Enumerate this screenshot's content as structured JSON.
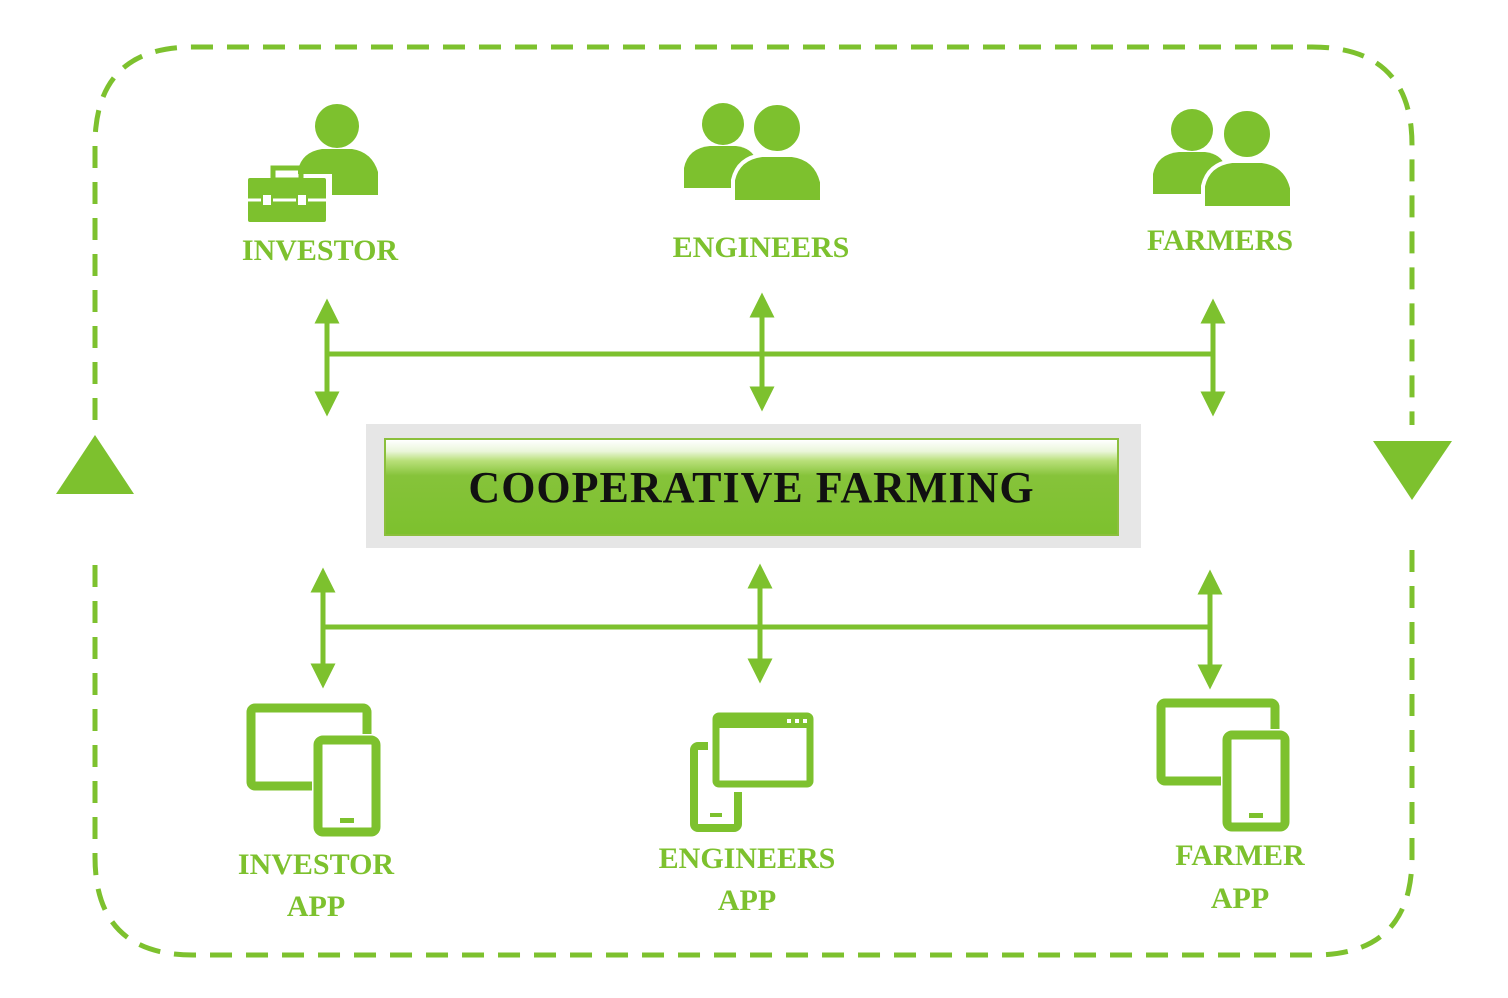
{
  "colors": {
    "accent": "#7dc12e",
    "title_text": "#111111",
    "box_frame": "#e6e6e6"
  },
  "center": {
    "title": "COOPERATIVE FARMING"
  },
  "stakeholders": [
    {
      "label": "INVESTOR",
      "icon": "investor-briefcase-icon"
    },
    {
      "label": "ENGINEERS",
      "icon": "people-group-icon"
    },
    {
      "label": "FARMERS",
      "icon": "people-group-icon"
    }
  ],
  "apps": [
    {
      "line1": "INVESTOR",
      "line2": "APP",
      "icon": "tablet-phone-icon"
    },
    {
      "line1": "ENGINEERS",
      "line2": "APP",
      "icon": "browser-phone-icon"
    },
    {
      "line1": "FARMER",
      "line2": "APP",
      "icon": "tablet-phone-icon"
    }
  ],
  "cycle": {
    "direction": "clockwise",
    "style": "dashed"
  }
}
